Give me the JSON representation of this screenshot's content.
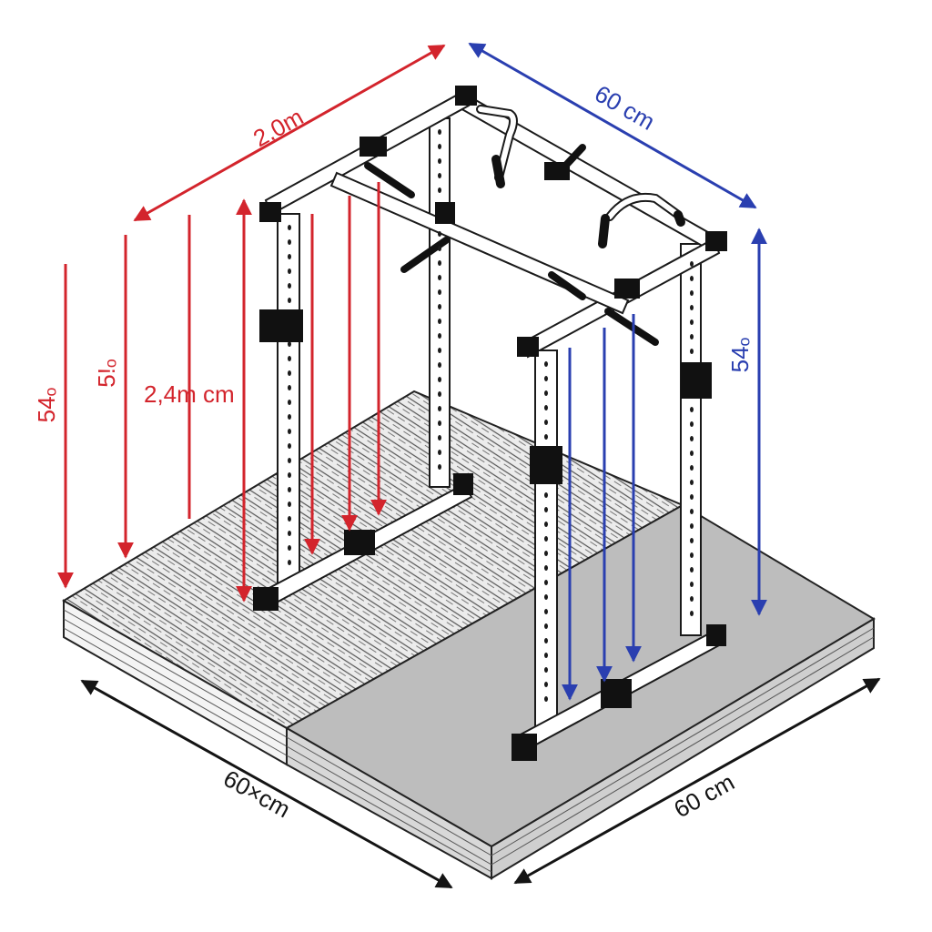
{
  "colors": {
    "red_dimension": "#d3242c",
    "blue_dimension": "#2a3fb0",
    "black_dimension": "#141414",
    "frame": "#ffffff",
    "frame_outline": "#1a1a1a",
    "connector": "#111111",
    "wood_platform": "#e9e9e9",
    "grey_platform": "#bdbdbd"
  },
  "labels": {
    "top_red": "2,0m",
    "top_blue": "60 cm",
    "left_54": "54ₒ",
    "left_5": "5!ₒ",
    "left_24": "2,4m cm",
    "right_blue_54": "54ₒ",
    "bottom_left": "60×cm",
    "bottom_right": "60 cm"
  }
}
